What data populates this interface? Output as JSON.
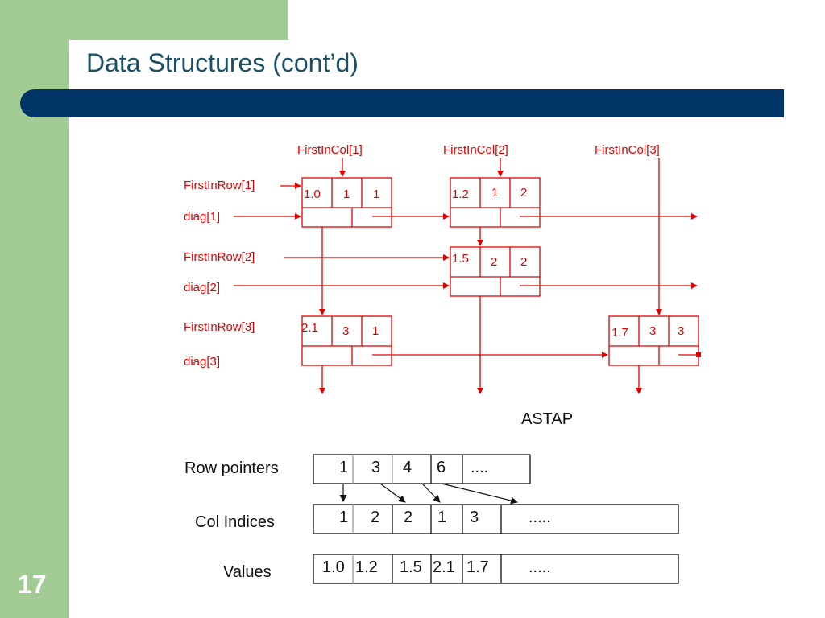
{
  "slide": {
    "title": "Data Structures (cont’d)",
    "number": "17"
  },
  "linked": {
    "col_headers": [
      "FirstInCol[1]",
      "FirstInCol[2]",
      "FirstInCol[3]"
    ],
    "row_labels": [
      "FirstInRow[1]",
      "diag[1]",
      "FirstInRow[2]",
      "diag[2]",
      "FirstInRow[3]",
      "diag[3]"
    ],
    "nodes": [
      {
        "value": "1.0",
        "row": "1",
        "col": "1"
      },
      {
        "value": "1.2",
        "row": "1",
        "col": "2"
      },
      {
        "value": "1.5",
        "row": "2",
        "col": "2"
      },
      {
        "value": "2.1",
        "row": "3",
        "col": "1"
      },
      {
        "value": "1.7",
        "row": "3",
        "col": "3"
      }
    ]
  },
  "astap": {
    "title": "ASTAP",
    "rows": [
      {
        "label": "Row pointers",
        "cells": [
          "1",
          "3",
          "4",
          "6",
          "...."
        ]
      },
      {
        "label": "Col Indices",
        "cells": [
          "1",
          "2",
          "2",
          "1",
          "3",
          "....."
        ]
      },
      {
        "label": "Values",
        "cells": [
          "1.0",
          "1.2",
          "1.5",
          "2.1",
          "1.7",
          "....."
        ]
      }
    ]
  },
  "colors": {
    "diagram": "#e00000",
    "title": "#1b4f63",
    "bar": "#003366",
    "sidebar": "#a3cc95"
  }
}
